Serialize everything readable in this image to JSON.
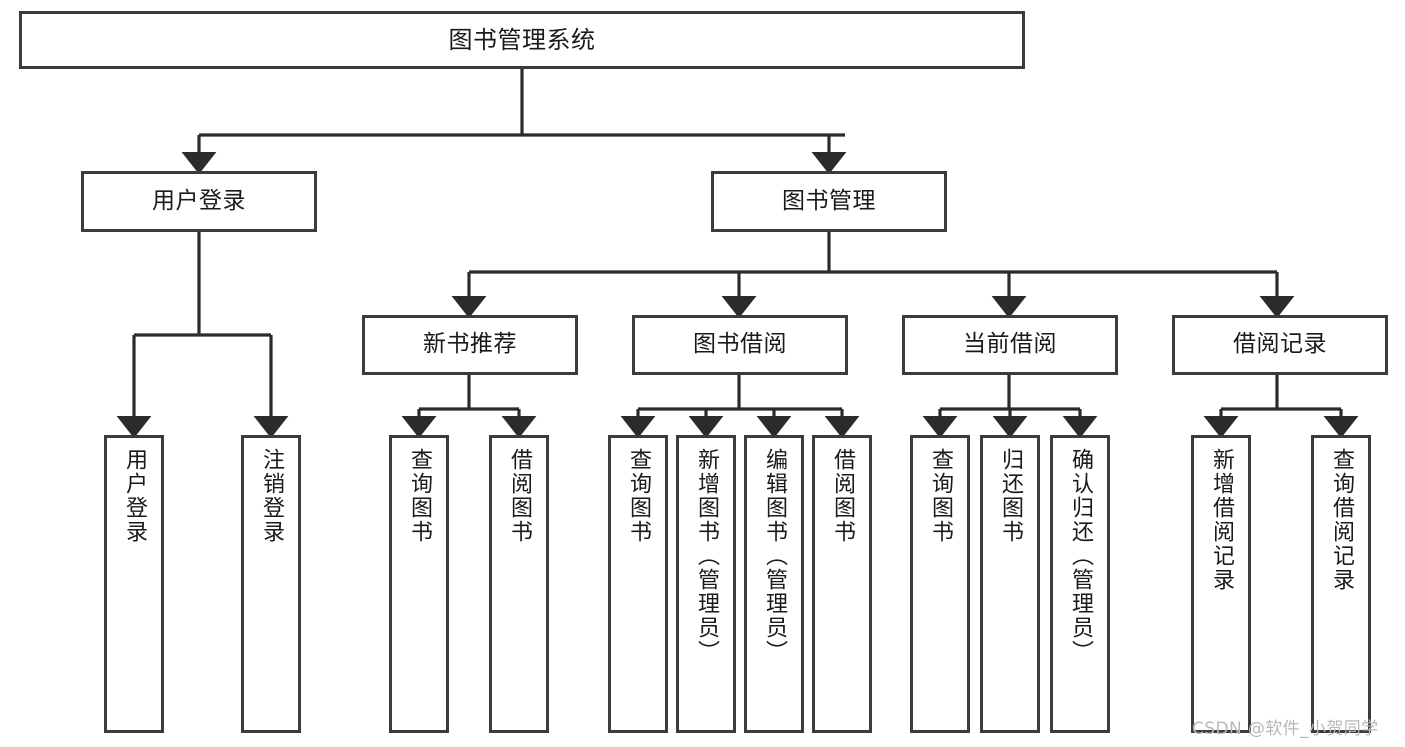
{
  "diagram": {
    "type": "tree-hierarchy-chart",
    "title_text": "图书管理系统",
    "theme": {
      "background": "#ffffff",
      "box_border": "#3b3b3b",
      "box_fill": "#ffffff",
      "connector": "#2b2b2b",
      "text": "#1a1a1a",
      "watermark": "#b8b8b8"
    },
    "root": {
      "label": "图书管理系统"
    },
    "level2": [
      {
        "label": "用户登录"
      },
      {
        "label": "图书管理"
      }
    ],
    "level3": [
      {
        "label": "新书推荐"
      },
      {
        "label": "图书借阅"
      },
      {
        "label": "当前借阅"
      },
      {
        "label": "借阅记录"
      }
    ],
    "leaves": {
      "user_login": [
        {
          "label": "用户登录"
        },
        {
          "label": "注销登录"
        }
      ],
      "new_book_recommend": [
        {
          "label": "查询图书"
        },
        {
          "label": "借阅图书"
        }
      ],
      "book_borrow": [
        {
          "label": "查询图书"
        },
        {
          "label": "新增图书（管理员）"
        },
        {
          "label": "编辑图书（管理员）"
        },
        {
          "label": "借阅图书"
        }
      ],
      "current_borrow": [
        {
          "label": "查询图书"
        },
        {
          "label": "归还图书"
        },
        {
          "label": "确认归还（管理员）"
        }
      ],
      "borrow_record": [
        {
          "label": "新增借阅记录"
        },
        {
          "label": "查询借阅记录"
        }
      ]
    }
  },
  "watermark": {
    "text": "CSDN @软件_小贺同学"
  }
}
